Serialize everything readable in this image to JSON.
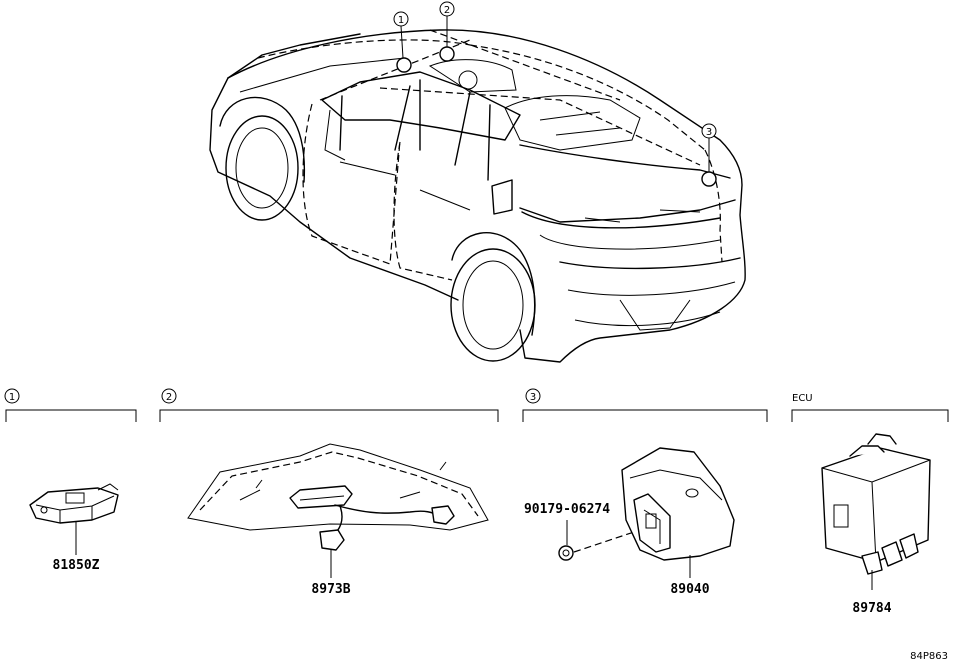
{
  "callouts": [
    "1",
    "2",
    "3"
  ],
  "sections": [
    {
      "marker": "1",
      "parts": [
        "81850Z"
      ]
    },
    {
      "marker": "2",
      "parts": [
        "8973B"
      ]
    },
    {
      "marker": "3",
      "parts": [
        "90179-06274",
        "89040"
      ]
    },
    {
      "marker": "ECU",
      "parts": [
        "89784"
      ]
    }
  ],
  "reference_code": "84P863"
}
